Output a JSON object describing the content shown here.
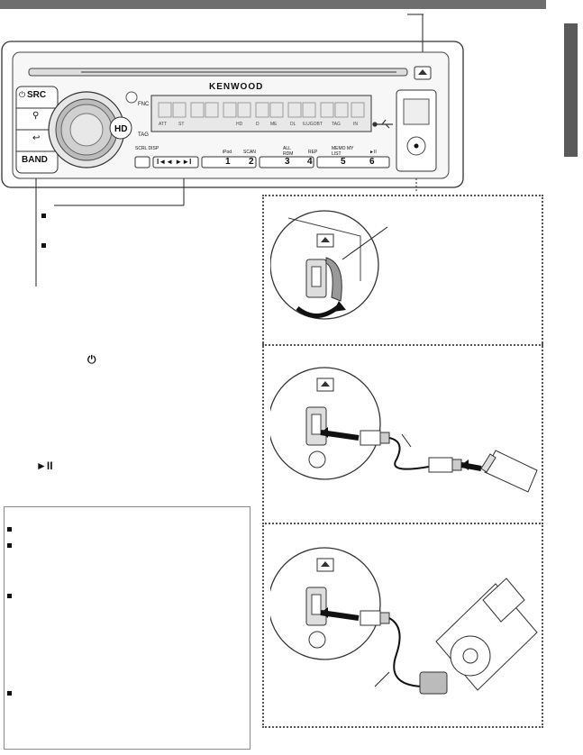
{
  "page": {
    "accent_color": "#6e6e6e",
    "sidetab_color": "#5a5a5a"
  },
  "unit": {
    "brand": "KENWOOD",
    "display_labels": [
      "ATT",
      "ST",
      "HD",
      "D",
      "ME",
      "DL",
      "ILUGOBT",
      "TAG",
      "IN"
    ],
    "left_buttons": [
      "SRC",
      "BAND"
    ],
    "fnc_label": "FNC",
    "tag_label": "TAG",
    "scrl_label": "SCRL DISP",
    "preset_buttons": [
      "1",
      "2",
      "3",
      "4",
      "5",
      "6"
    ],
    "preset_top_labels": [
      "iPod",
      "SCAN",
      "ALL RDM",
      "REP",
      "MEMO MY LIST",
      "►II"
    ],
    "seek_label": "I◄◄  ►►I"
  },
  "icons": [
    "power-icon",
    "search-icon",
    "return-icon",
    "hd-icon",
    "usb-icon",
    "eject-icon",
    "play-pause-icon"
  ]
}
